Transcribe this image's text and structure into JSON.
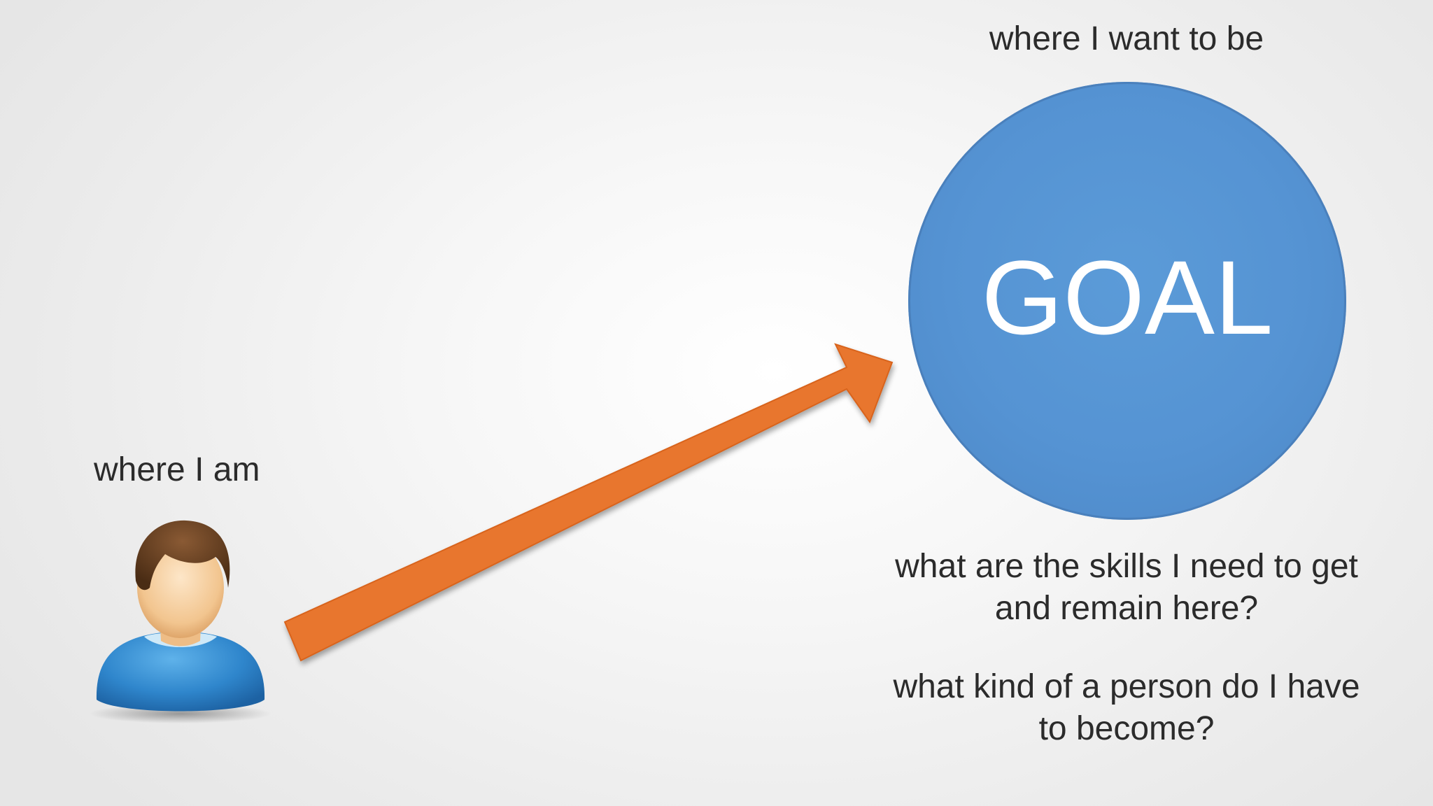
{
  "labels": {
    "current_position": "where I am",
    "target_position": "where I want to be"
  },
  "goal": {
    "text": "GOAL",
    "fill_color": "#5593d3"
  },
  "questions": {
    "skills": "what are the skills I need to get and remain here?",
    "person": "what kind of a person do I have to become?"
  },
  "arrow": {
    "color": "#e8762d",
    "from": "person",
    "to": "goal"
  },
  "icons": {
    "person": "person-avatar-icon",
    "arrow": "arrow-right-up-icon"
  }
}
